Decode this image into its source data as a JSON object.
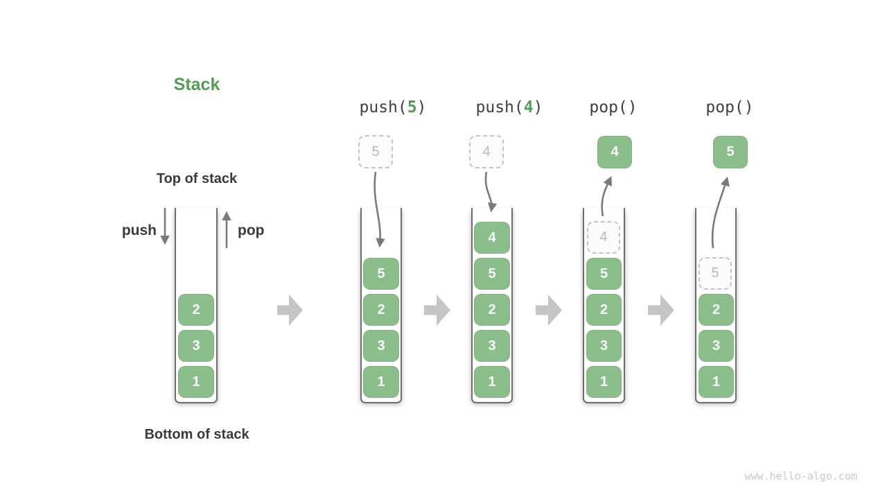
{
  "title": "Stack",
  "labels": {
    "top_of_stack": "Top of stack",
    "bottom_of_stack": "Bottom of stack",
    "push": "push",
    "pop": "pop"
  },
  "watermark": "www.hello-algo.com",
  "colors": {
    "accent_green": "#4e9e55",
    "cell_green": "#8cbe8c",
    "cell_text": "#fafafa",
    "ghost_border": "#c4c4c4",
    "ghost_text": "#b8b8b8",
    "curve_arrow_gray": "#7a7a7a",
    "flow_arrow_gray": "#c5c5c5",
    "well_border_gray": "#6d6d6d",
    "label_dark": "#3a3a3a",
    "watermark_gray": "#c8c8c8"
  },
  "initial_stack": [
    "2",
    "3",
    "1"
  ],
  "ops": [
    {
      "fn": "push(",
      "arg": "5",
      "close": ")",
      "floating": "5",
      "stack": [
        "5",
        "2",
        "3",
        "1"
      ]
    },
    {
      "fn": "push(",
      "arg": "4",
      "close": ")",
      "floating": "4",
      "stack": [
        "4",
        "5",
        "2",
        "3",
        "1"
      ]
    },
    {
      "fn": "pop()",
      "floating": "4",
      "ghost": "4",
      "stack": [
        "5",
        "2",
        "3",
        "1"
      ]
    },
    {
      "fn": "pop()",
      "floating": "5",
      "ghost": "5",
      "stack": [
        "2",
        "3",
        "1"
      ]
    }
  ]
}
